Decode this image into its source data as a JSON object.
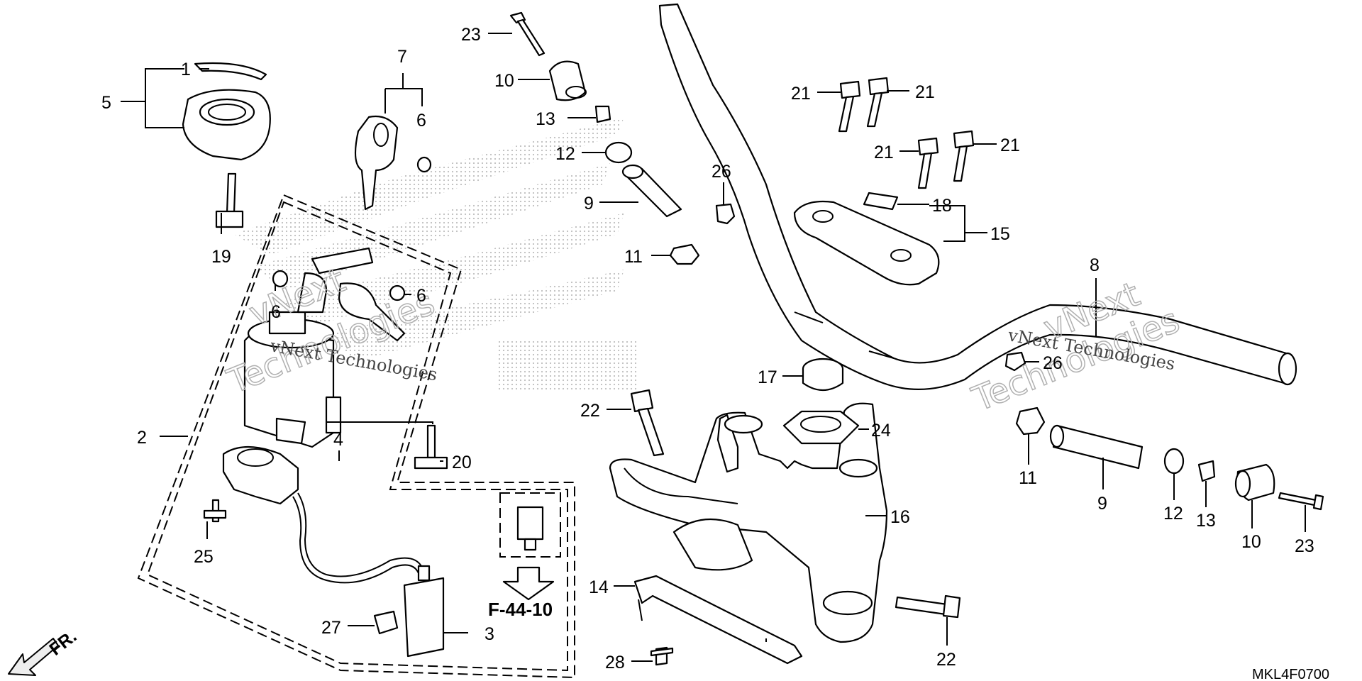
{
  "labels": {
    "l1": "1",
    "l5": "5",
    "l7": "7",
    "l6a": "6",
    "l19": "19",
    "l6b": "6",
    "l6c": "6",
    "l2": "2",
    "l4": "4",
    "l20": "20",
    "l25": "25",
    "l27": "27",
    "l3": "3",
    "l23a": "23",
    "l10a": "10",
    "l13a": "13",
    "l12a": "12",
    "l9a": "9",
    "l11a": "11",
    "l26a": "26",
    "l21a": "21",
    "l21b": "21",
    "l21c": "21",
    "l21d": "21",
    "l18": "18",
    "l15": "15",
    "l8": "8",
    "l17": "17",
    "l22a": "22",
    "l24": "24",
    "l16": "16",
    "l14": "14",
    "l28": "28",
    "l22b": "22",
    "l26b": "26",
    "l11b": "11",
    "l9b": "9",
    "l12b": "12",
    "l13b": "13",
    "l10b": "10",
    "l23b": "23"
  },
  "reference": "F-44-10",
  "direction": "FR.",
  "diagram_code": "MKL4F0700",
  "watermarks": {
    "large_a": "vNext",
    "large_b": "Technologies",
    "small": "vNext Technologies"
  },
  "colors": {
    "ink": "#000000",
    "watermark": "#b0b0b0"
  }
}
